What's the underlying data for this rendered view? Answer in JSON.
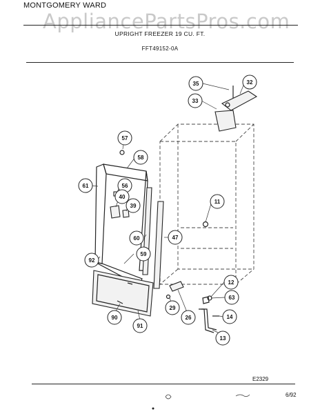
{
  "header": {
    "brand": "MONTGOMERY WARD",
    "watermark": "AppliancePartsPros.com",
    "title": "UPRIGHT FREEZER 19 CU. FT.",
    "model": "FFT49152-0A"
  },
  "footer": {
    "drawing_id": "E2329",
    "date_code": "6/92"
  },
  "callouts": [
    {
      "id": "callout-35",
      "label": "35"
    },
    {
      "id": "callout-32",
      "label": "32"
    },
    {
      "id": "callout-33",
      "label": "33"
    },
    {
      "id": "callout-57",
      "label": "57"
    },
    {
      "id": "callout-58",
      "label": "58"
    },
    {
      "id": "callout-61",
      "label": "61"
    },
    {
      "id": "callout-56",
      "label": "56"
    },
    {
      "id": "callout-40",
      "label": "40"
    },
    {
      "id": "callout-39",
      "label": "39"
    },
    {
      "id": "callout-11",
      "label": "11"
    },
    {
      "id": "callout-60",
      "label": "60"
    },
    {
      "id": "callout-47",
      "label": "47"
    },
    {
      "id": "callout-59",
      "label": "59"
    },
    {
      "id": "callout-92",
      "label": "92"
    },
    {
      "id": "callout-12",
      "label": "12"
    },
    {
      "id": "callout-63",
      "label": "63"
    },
    {
      "id": "callout-29",
      "label": "29"
    },
    {
      "id": "callout-26",
      "label": "26"
    },
    {
      "id": "callout-14",
      "label": "14"
    },
    {
      "id": "callout-13",
      "label": "13"
    },
    {
      "id": "callout-90",
      "label": "90"
    },
    {
      "id": "callout-91",
      "label": "91"
    }
  ]
}
